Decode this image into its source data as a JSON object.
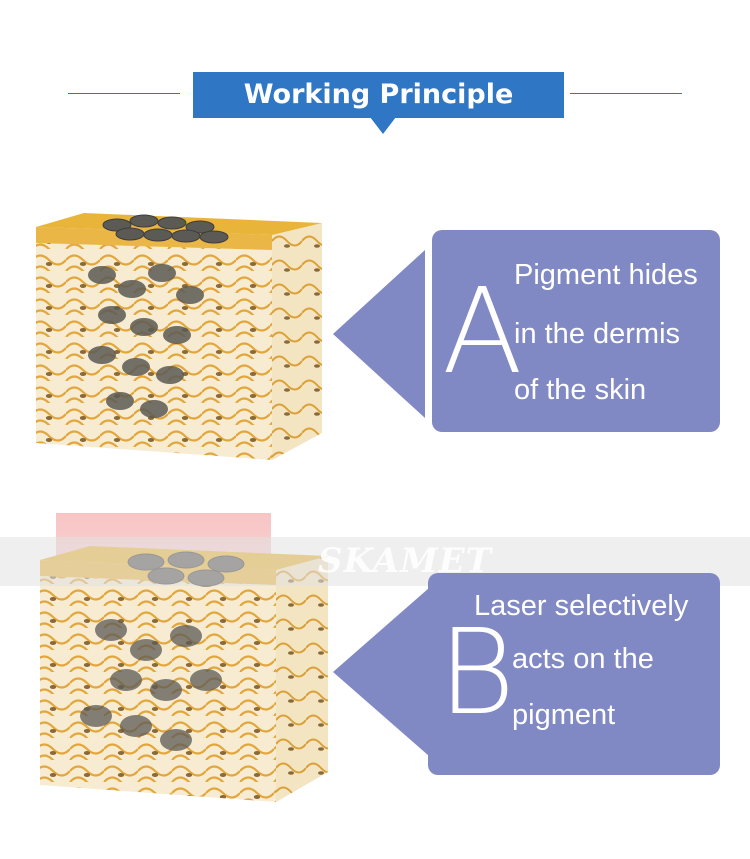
{
  "header": {
    "title": "Working Principle"
  },
  "watermark": "SKAMET",
  "panel_a": {
    "letter": "A",
    "lines": [
      "Pigment hides",
      "in the dermis",
      "of the skin"
    ]
  },
  "panel_b": {
    "letter": "B",
    "lines": [
      "Laser selectively",
      "acts on the",
      "pigment"
    ]
  },
  "colors": {
    "header_blue": "#2f77c4",
    "callout_purple": "#8189c4",
    "skin_yellow": "#e9b43a",
    "pigment_gray": "#5b5a55"
  }
}
